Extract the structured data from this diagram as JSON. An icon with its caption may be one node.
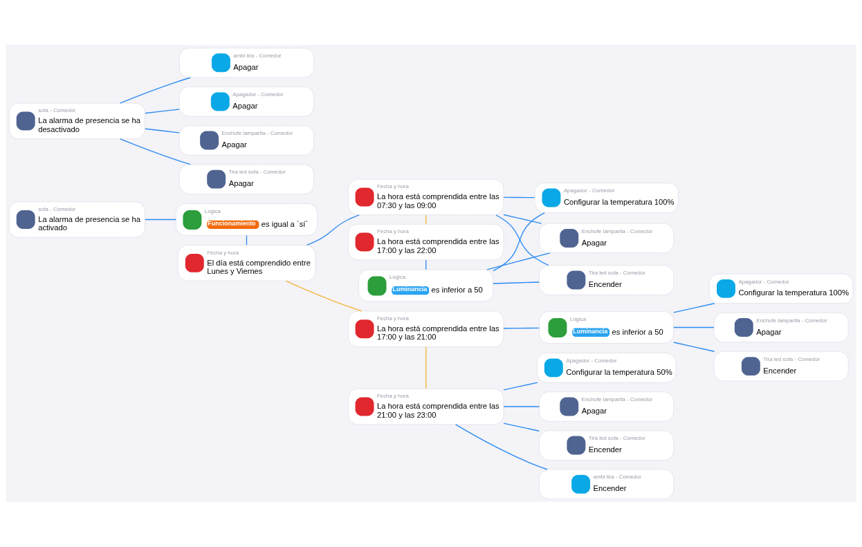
{
  "diagram": {
    "nodes": [
      {
        "text": [
          "sofa - Comedor",
          "La alarma de presencia se ha activado"
        ]
      },
      {
        "text": [
          "Lógica",
          "Funcionamiento",
          "es igual a `sí`"
        ]
      },
      {
        "text": [
          "Fecha y hora",
          "El día está comprendido entre Lunes y Viernes"
        ]
      },
      {
        "text": [
          "Fecha y hora",
          "La hora está comprendida entre las 07:30 y las 09:00"
        ]
      },
      {
        "text": [
          "Fecha y hora",
          "La hora está comprendida entre las 17:00 y las 22:00"
        ]
      },
      {
        "text": [
          "Lógica",
          "Luminancia",
          "es inferior a 50"
        ]
      },
      {
        "text": [
          "Apagador - Comedor",
          "Configurar la temperatura 100%"
        ]
      },
      {
        "text": [
          "Enchufe lamparita - Comedor",
          "Apagar"
        ]
      },
      {
        "text": [
          "Tira led sofa - Comedor",
          "Encender"
        ]
      },
      {
        "text": [
          "Fecha y hora",
          "La hora está comprendida entre las 17:00 y las 21:00"
        ]
      },
      {
        "text": [
          "Lógica",
          "Luminancia",
          "es inferior a 50"
        ]
      },
      {
        "text": [
          "Apagador - Comedor",
          "Configurar la temperatura 100%"
        ]
      },
      {
        "text": [
          "Enchufe lamparita - Comedor",
          "Apagar"
        ]
      },
      {
        "text": [
          "Tira led sofa - Comedor",
          "Encender"
        ]
      },
      {
        "text": [
          "Fecha y hora",
          "La hora está comprendida entre las 21:00 y las 23:00"
        ]
      },
      {
        "text": [
          "Apagador - Comedor",
          "Configurar la temperatura 50%"
        ]
      },
      {
        "text": [
          "Enchufe lamparita - Comedor",
          "Apagar"
        ]
      },
      {
        "text": [
          "Tira led sofa - Comedor",
          "Encender"
        ]
      },
      {
        "text": [
          "ambi tira - Comedor",
          "Encender"
        ]
      },
      {
        "text": [
          "sofa - Comedor",
          "La alarma de presencia se ha desactivado"
        ]
      },
      {
        "text": [
          "ambi tira - Comedor",
          "Apagar"
        ]
      },
      {
        "text": [
          "Apagador - Comedor",
          "Apagar"
        ]
      },
      {
        "text": [
          "Enchufe lamparita - Comedor",
          "Apagar"
        ]
      },
      {
        "text": [
          "Tira led sofa - Comedor",
          "Apagar"
        ]
      }
    ],
    "edges": [
      {
        "from": 0,
        "to": 1,
        "arrow": "none"
      },
      {
        "from": 1,
        "to": 2,
        "arrow": "none"
      },
      {
        "from": 2,
        "to": 3,
        "arrow": "none"
      },
      {
        "from": 2,
        "to": 9,
        "arrow": "none",
        "color": "#f4b63a"
      },
      {
        "from": 3,
        "to": 6,
        "arrow": "none"
      },
      {
        "from": 3,
        "to": 7,
        "arrow": "none"
      },
      {
        "from": 3,
        "to": 8,
        "arrow": "none"
      },
      {
        "from": 3,
        "to": 4,
        "arrow": "none",
        "color": "#f4b63a"
      },
      {
        "from": 4,
        "to": 5,
        "arrow": "none"
      },
      {
        "from": 5,
        "to": 6,
        "arrow": "none"
      },
      {
        "from": 5,
        "to": 7,
        "arrow": "none"
      },
      {
        "from": 5,
        "to": 8,
        "arrow": "none"
      },
      {
        "from": 9,
        "to": 10,
        "arrow": "none"
      },
      {
        "from": 9,
        "to": 14,
        "arrow": "none",
        "color": "#f4b63a"
      },
      {
        "from": 10,
        "to": 11,
        "arrow": "none"
      },
      {
        "from": 10,
        "to": 12,
        "arrow": "none"
      },
      {
        "from": 10,
        "to": 13,
        "arrow": "none"
      },
      {
        "from": 14,
        "to": 15,
        "arrow": "none"
      },
      {
        "from": 14,
        "to": 16,
        "arrow": "none"
      },
      {
        "from": 14,
        "to": 17,
        "arrow": "none"
      },
      {
        "from": 14,
        "to": 18,
        "arrow": "none"
      },
      {
        "from": 19,
        "to": 20,
        "arrow": "none"
      },
      {
        "from": 19,
        "to": 21,
        "arrow": "none"
      },
      {
        "from": 19,
        "to": 22,
        "arrow": "none"
      },
      {
        "from": 19,
        "to": 23,
        "arrow": "none"
      }
    ]
  }
}
